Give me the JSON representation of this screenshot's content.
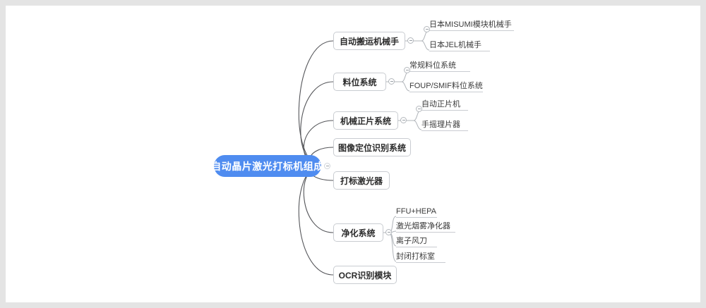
{
  "canvas": {
    "background": "#ffffff",
    "frame_color": "#e4e4e4"
  },
  "colors": {
    "root_fill": "#4f8cf0",
    "root_text": "#ffffff",
    "node_border": "#c9ccd1",
    "node_text": "#2b2b2b",
    "leaf_text": "#3a3a3a",
    "edge_stroke": "#55565a",
    "subedge_stroke": "#b0b4b9",
    "toggle_border": "#b4b8bd"
  },
  "mindmap": {
    "root": {
      "label": "自动晶片激光打标机组成"
    },
    "branches": [
      {
        "label": "自动搬运机械手",
        "children": [
          {
            "label": "日本MISUMI模块机械手"
          },
          {
            "label": "日本JEL机械手"
          }
        ]
      },
      {
        "label": "料位系统",
        "children": [
          {
            "label": "常规料位系统"
          },
          {
            "label": "FOUP/SMIF料位系统"
          }
        ]
      },
      {
        "label": "机械正片系统",
        "children": [
          {
            "label": "自动正片机"
          },
          {
            "label": "手摇理片器"
          }
        ]
      },
      {
        "label": "图像定位识别系统",
        "children": []
      },
      {
        "label": "打标激光器",
        "children": []
      },
      {
        "label": "净化系统",
        "children": [
          {
            "label": "FFU+HEPA"
          },
          {
            "label": "激光烟雾净化器"
          },
          {
            "label": "离子风刀"
          },
          {
            "label": "封闭打标室"
          }
        ]
      },
      {
        "label": "OCR识别模块",
        "children": []
      }
    ]
  },
  "icons": {
    "collapse_toggle": "collapse-toggle-icon"
  }
}
